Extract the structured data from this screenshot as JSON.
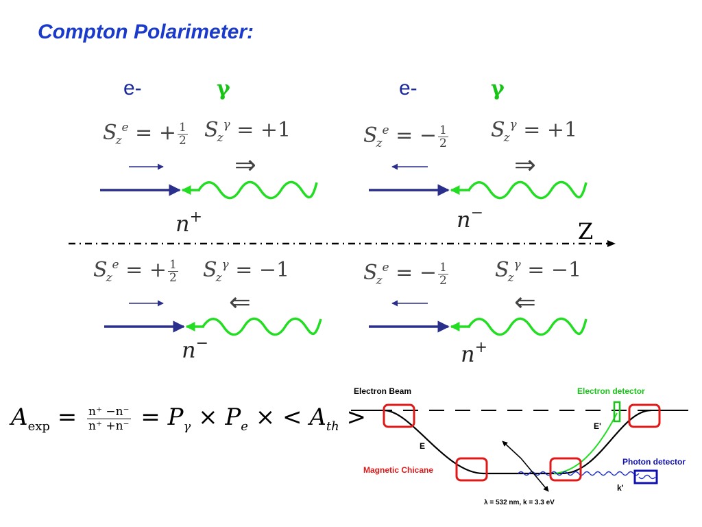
{
  "title": "Compton Polarimeter:",
  "labels": {
    "electron": "e-",
    "photon": "γ"
  },
  "quadrants": [
    {
      "se": "+",
      "sgamma": "+1",
      "n_sign": "+"
    },
    {
      "se": "−",
      "sgamma": "+1",
      "n_sign": "−"
    },
    {
      "se": "+",
      "sgamma": "−1",
      "n_sign": "−"
    },
    {
      "se": "−",
      "sgamma": "−1",
      "n_sign": "+"
    }
  ],
  "math": {
    "S": "S",
    "z": "z",
    "e": "e",
    "gamma": "γ",
    "eq": " = ",
    "half_num": "1",
    "half_den": "2",
    "n": "n",
    "arrow_right": "⇒",
    "arrow_left": "⇐"
  },
  "axis_label": "Z",
  "formula": {
    "A": "A",
    "exp": "exp",
    "eq": " = ",
    "num": "n⁺ −n⁻",
    "den": "n⁺ +n⁻",
    "rhs_eq": " = ",
    "P": "P",
    "gamma": "γ",
    "times": " × ",
    "e": "e",
    "lt": "< ",
    "th": "th",
    "gt": " >"
  },
  "schematic": {
    "electron_beam": "Electron Beam",
    "electron_detector": "Electron detector",
    "photon_detector": "Photon detector",
    "magnetic_chicane": "Magnetic Chicane",
    "E": "E",
    "E_prime": "E'",
    "k_prime": "k'",
    "wavelength": "λ  = 532 nm, k = 3.3 eV"
  },
  "colors": {
    "title": "#1a3acb",
    "electron_arrow": "#2b2f8c",
    "photon_wave": "#22dd22",
    "magnet_box": "#e01818",
    "photon_detector": "#1010b0",
    "electron_detector": "#19c419"
  }
}
